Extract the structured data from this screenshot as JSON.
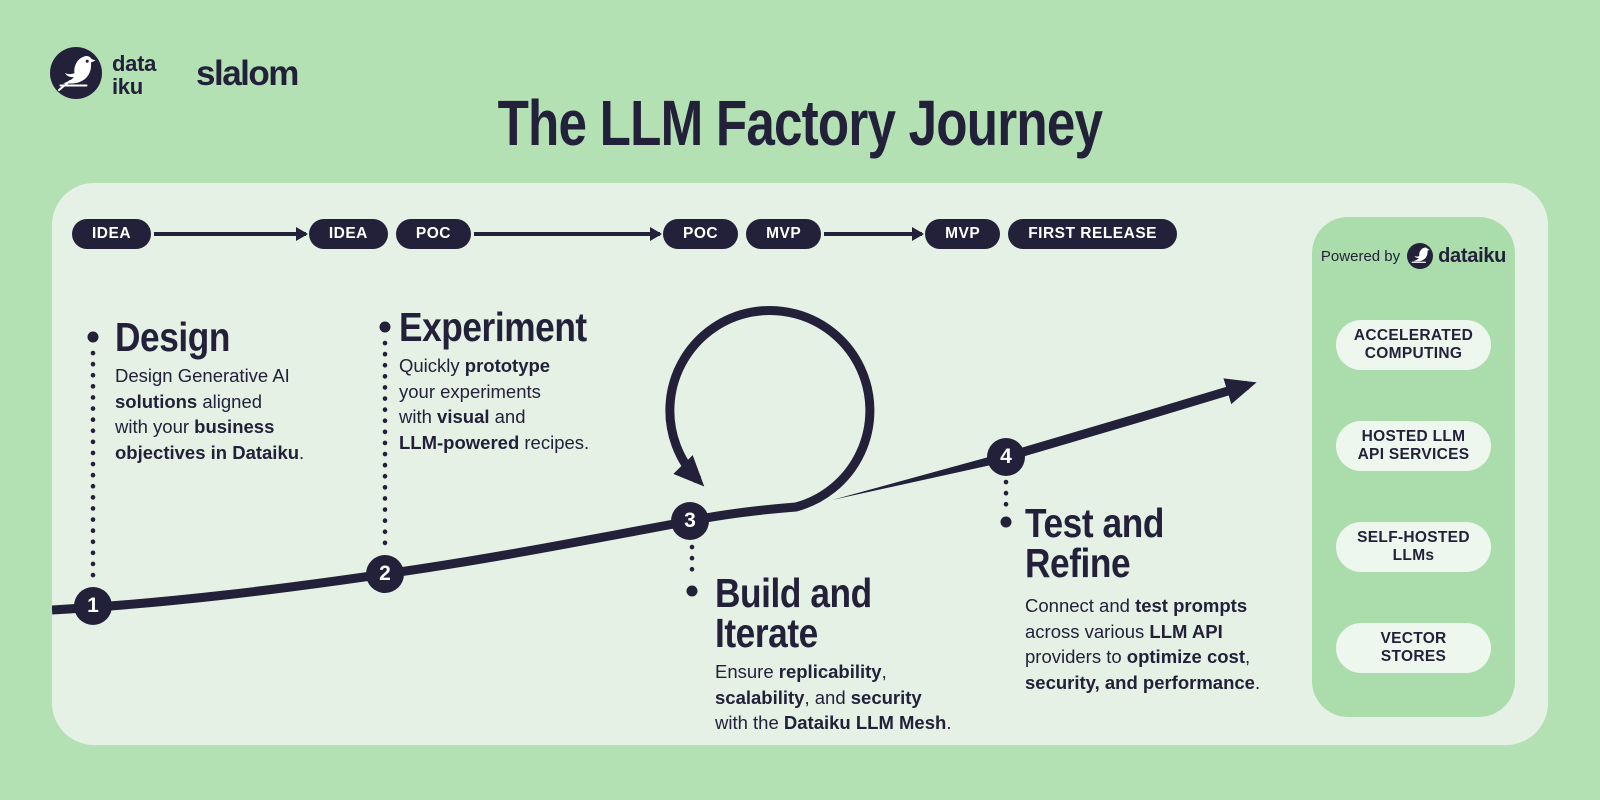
{
  "colors": {
    "bg": "#b4e1b4",
    "panel": "#e6f1e6",
    "sidebar": "#abdcab",
    "box": "#eef7ee",
    "navy": "#232139",
    "white": "#ffffff"
  },
  "header": {
    "dataiku_wordmark_line1": "data",
    "dataiku_wordmark_line2": "iku",
    "slalom_wordmark": "slalom",
    "title": "The LLM Factory Journey"
  },
  "stage_pills": [
    {
      "label": "IDEA"
    },
    {
      "label": "IDEA"
    },
    {
      "label": "POC"
    },
    {
      "label": "POC"
    },
    {
      "label": "MVP"
    },
    {
      "label": "MVP"
    },
    {
      "label": "FIRST RELEASE"
    }
  ],
  "milestones": [
    {
      "number": "1",
      "title_lines": [
        "Design"
      ],
      "body": [
        [
          {
            "t": "Design Generative AI"
          }
        ],
        [
          {
            "t": "solutions",
            "b": 1
          },
          {
            "t": " aligned"
          }
        ],
        [
          {
            "t": "with your "
          },
          {
            "t": "business",
            "b": 1
          }
        ],
        [
          {
            "t": "objectives in Dataiku",
            "b": 1
          },
          {
            "t": "."
          }
        ]
      ]
    },
    {
      "number": "2",
      "title_lines": [
        "Experiment"
      ],
      "body": [
        [
          {
            "t": "Quickly "
          },
          {
            "t": "prototype",
            "b": 1
          }
        ],
        [
          {
            "t": "your experiments"
          }
        ],
        [
          {
            "t": "with "
          },
          {
            "t": "visual",
            "b": 1
          },
          {
            "t": " and"
          }
        ],
        [
          {
            "t": "LLM-powered",
            "b": 1
          },
          {
            "t": " recipes."
          }
        ]
      ]
    },
    {
      "number": "3",
      "title_lines": [
        "Build and",
        "Iterate"
      ],
      "body": [
        [
          {
            "t": "Ensure "
          },
          {
            "t": "replicability",
            "b": 1
          },
          {
            "t": ","
          }
        ],
        [
          {
            "t": "scalability",
            "b": 1
          },
          {
            "t": ", and "
          },
          {
            "t": "security",
            "b": 1
          }
        ],
        [
          {
            "t": "with the "
          },
          {
            "t": "Dataiku LLM Mesh",
            "b": 1
          },
          {
            "t": "."
          }
        ]
      ]
    },
    {
      "number": "4",
      "title_lines": [
        "Test and",
        "Refine"
      ],
      "body": [
        [
          {
            "t": "Connect and "
          },
          {
            "t": "test prompts",
            "b": 1
          }
        ],
        [
          {
            "t": "across various "
          },
          {
            "t": "LLM API",
            "b": 1
          }
        ],
        [
          {
            "t": "providers to "
          },
          {
            "t": "optimize cost",
            "b": 1
          },
          {
            "t": ","
          }
        ],
        [
          {
            "t": "security, and performance",
            "b": 1
          },
          {
            "t": "."
          }
        ]
      ]
    }
  ],
  "sidebar": {
    "powered_by": "Powered by",
    "brand": "dataiku",
    "boxes": [
      {
        "lines": [
          "ACCELERATED",
          "COMPUTING"
        ]
      },
      {
        "lines": [
          "HOSTED LLM",
          "API SERVICES"
        ]
      },
      {
        "lines": [
          "SELF-HOSTED",
          "LLMs"
        ]
      },
      {
        "lines": [
          "VECTOR",
          "STORES"
        ]
      }
    ]
  }
}
